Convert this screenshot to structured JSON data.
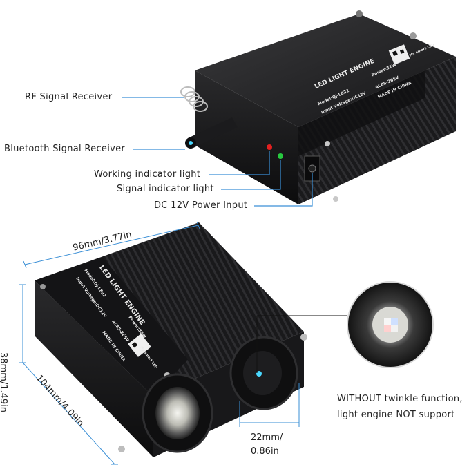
{
  "top_callouts": {
    "rf": "RF Signal Receiver",
    "bluetooth": "Bluetooth Signal Receiver",
    "working": "Working indicator light",
    "signal": "Signal indicator light",
    "dc": "DC 12V Power Input"
  },
  "device_top": {
    "title": "LED LIGHT ENGINE",
    "model": "Model:QJ-L832",
    "power": "Power:32W",
    "voltage": "Input Voltage:DC12V",
    "ac": "AC85-265V",
    "made": "MADE IN CHINA",
    "brand": "My smart LED"
  },
  "device_bottom": {
    "title": "LED LIGHT ENGINE",
    "model": "Model:QJ-L832",
    "power": "Power:32W",
    "voltage": "Input Voltage:DC12V",
    "ac": "AC85-265V",
    "made": "MADE IN CHINA",
    "brand": "My smart LED"
  },
  "dimensions": {
    "width": "96mm/3.77in",
    "height": "38mm/1.49in",
    "depth": "104mm/4.09in",
    "port_a": "22mm/",
    "port_b": "0.86in"
  },
  "note": {
    "line1": "WITHOUT twinkle function,",
    "line2": "light engine NOT support"
  },
  "colors": {
    "body": "#1c1c1e",
    "callout_line": "#3a8fd6",
    "led_red": "#e32020",
    "led_green": "#27c93f"
  }
}
